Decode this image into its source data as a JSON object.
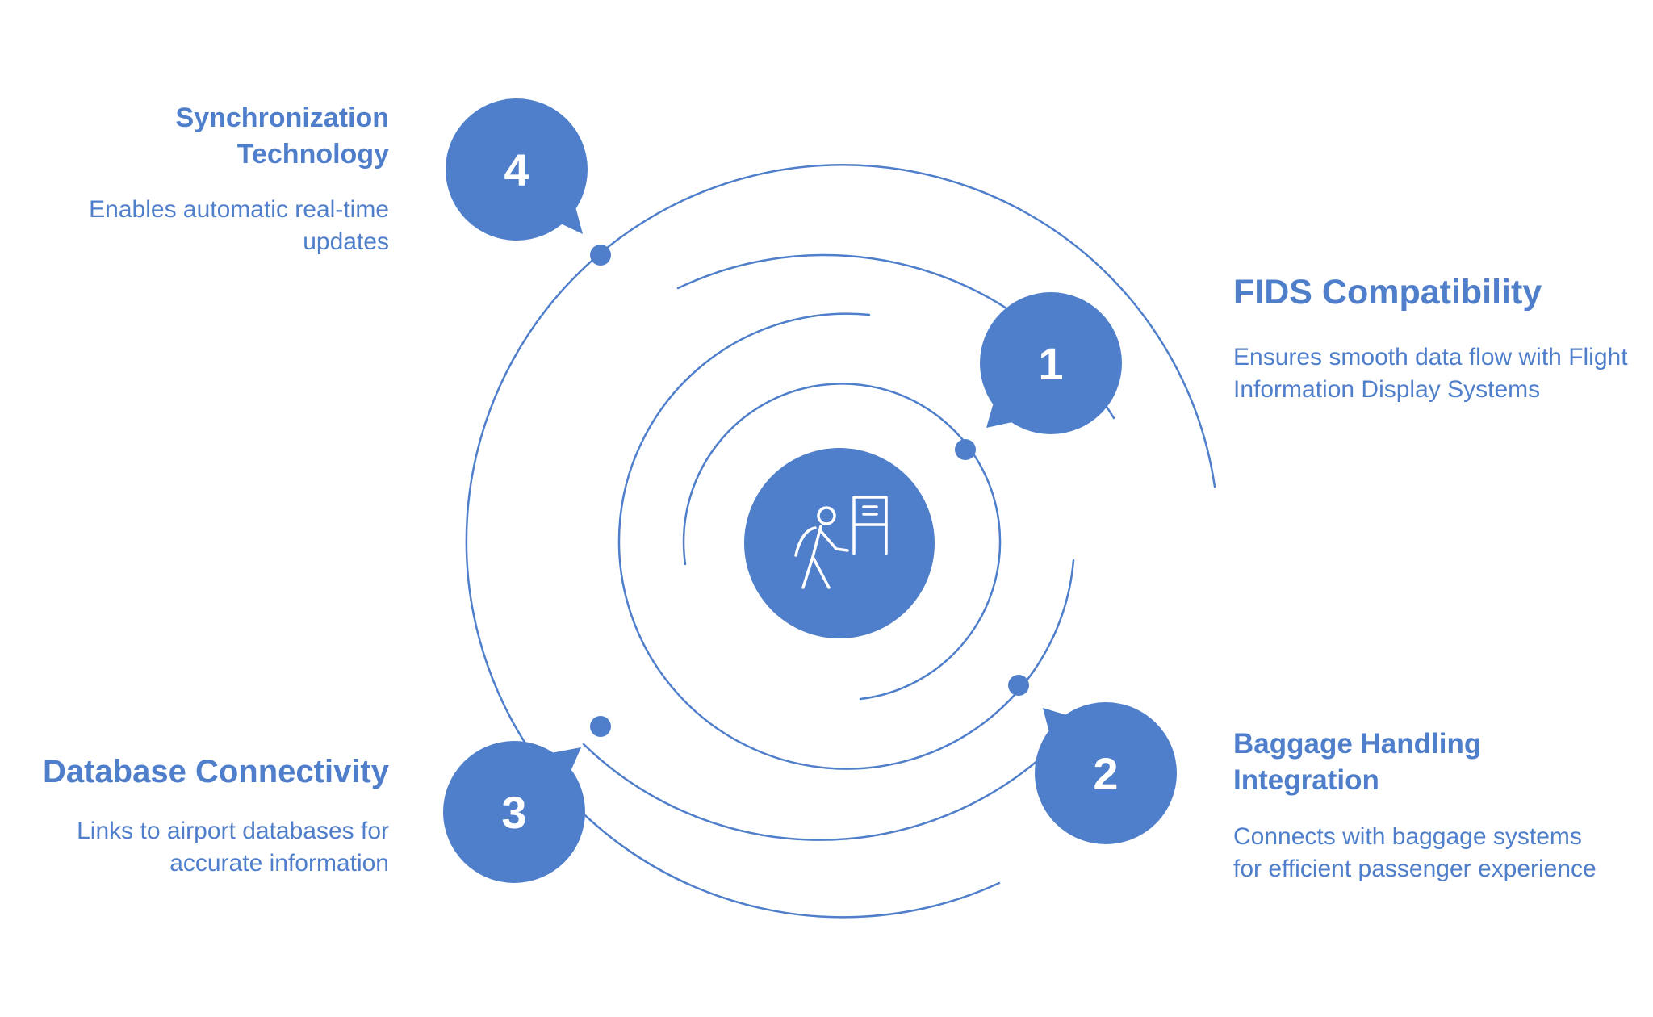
{
  "colors": {
    "accent": "#4f7ecb",
    "background": "#ffffff"
  },
  "center_icon": "person-walking-to-flight-info-board-icon",
  "steps": [
    {
      "number": "1",
      "title": "FIDS Compatibility",
      "description": "Ensures smooth data flow with Flight Information Display Systems"
    },
    {
      "number": "2",
      "title": "Baggage Handling Integration",
      "description": "Connects with baggage systems for efficient passenger experience"
    },
    {
      "number": "3",
      "title": "Database Connectivity",
      "description": "Links to airport databases for accurate information"
    },
    {
      "number": "4",
      "title": "Synchronization Technology",
      "description": "Enables automatic real-time updates"
    }
  ]
}
